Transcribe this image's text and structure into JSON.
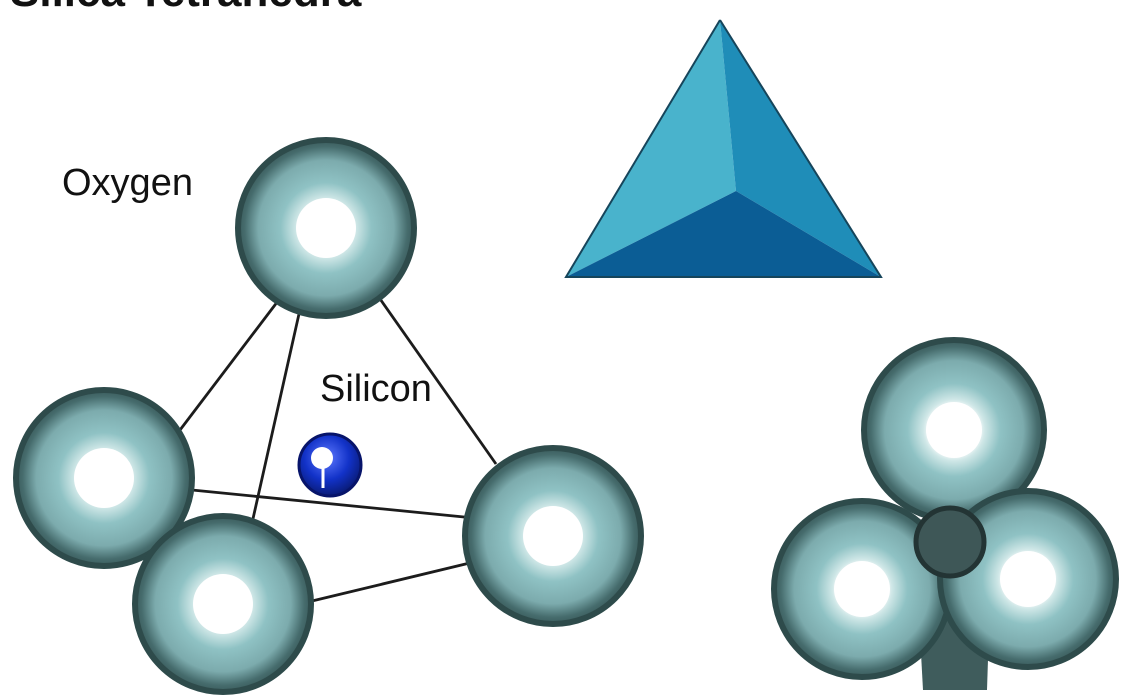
{
  "title": "Silica Tetrahedra",
  "labels": {
    "oxygen": "Oxygen",
    "silicon": "Silicon"
  },
  "colors": {
    "oxygen_fill": "#8fc2c4",
    "oxygen_ring": "#3f6464",
    "oxygen_highlight": "#ffffff",
    "silicon": "#1232c8",
    "tetra_light": "#49b3cc",
    "tetra_mid": "#1f8db8",
    "tetra_dark": "#0b5d95",
    "center_atom": "#3e5757"
  }
}
